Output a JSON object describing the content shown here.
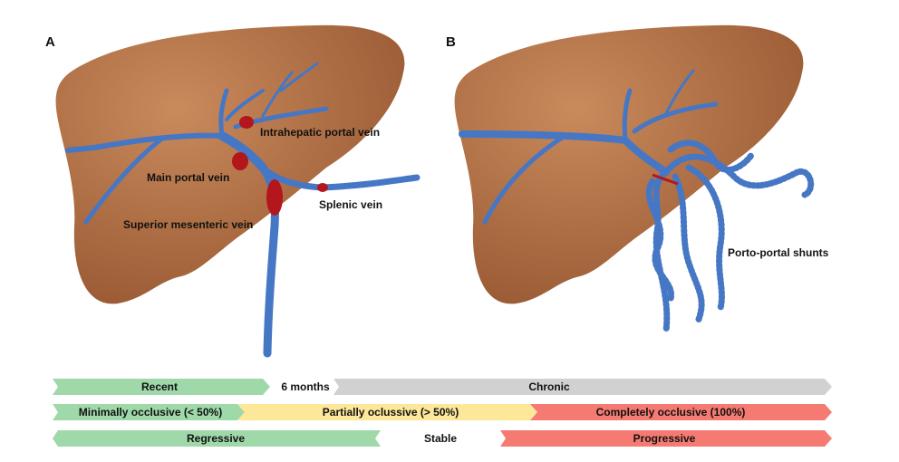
{
  "panels": {
    "a_letter": "A",
    "b_letter": "B"
  },
  "labels_a": {
    "intrahepatic": "Intrahepatic portal vein",
    "main_portal": "Main portal vein",
    "splenic": "Splenic vein",
    "superior_mesenteric": "Superior mesenteric vein"
  },
  "labels_b": {
    "shunts": "Porto-portal shunts"
  },
  "timeline": {
    "row1": {
      "recent": "Recent",
      "six_months": "6 months",
      "chronic": "Chronic"
    },
    "row2": {
      "minimal": "Minimally occlusive (< 50%)",
      "partial": "Partially oclussive (> 50%)",
      "complete": "Completely occlusive (100%)"
    },
    "row3": {
      "regressive": "Regressive",
      "stable": "Stable",
      "progressive": "Progressive"
    }
  },
  "colors": {
    "liver": "#a8673f",
    "liver_light": "#c98a5c",
    "vein": "#4677c4",
    "vein_edge": "#2f5ea8",
    "thrombus": "#b3161b",
    "green": "#9fd8a9",
    "yellow": "#fde89a",
    "red": "#f47a72",
    "gray": "#d1d1d1"
  }
}
